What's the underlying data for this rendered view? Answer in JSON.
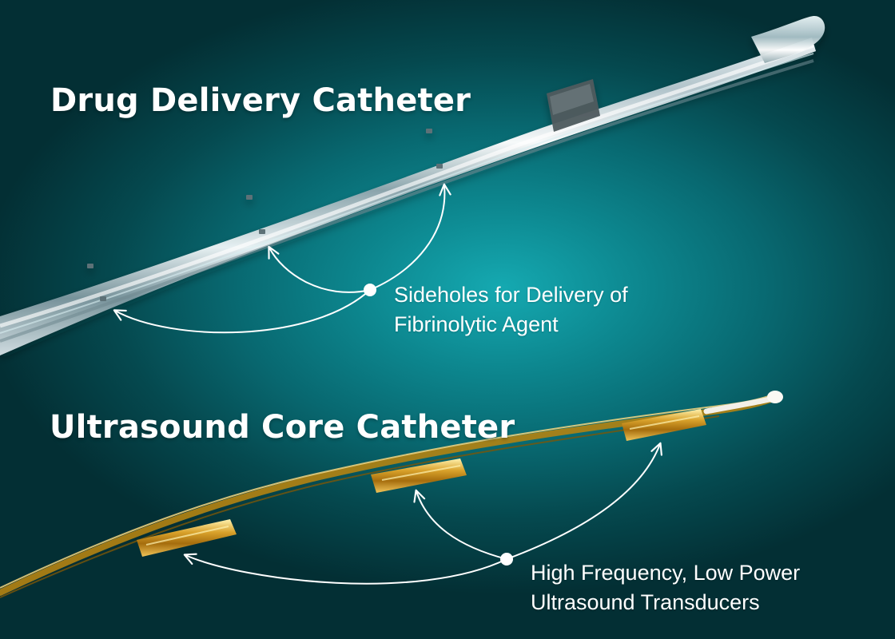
{
  "labels": {
    "drug_delivery_title": "Drug Delivery Catheter",
    "sideholes_line1": "Sideholes for Delivery of",
    "sideholes_line2": "Fibrinolytic Agent",
    "ultrasound_title": "Ultrasound Core Catheter",
    "transducers_line1": "High Frequency, Low Power",
    "transducers_line2": "Ultrasound Transducers"
  },
  "colors": {
    "background_glow": "#15a9b1",
    "background_edge": "#032f34",
    "catheter_silver": "#d7e2e6",
    "catheter_gold": "#d9a22b",
    "callout_white": "#ffffff"
  }
}
